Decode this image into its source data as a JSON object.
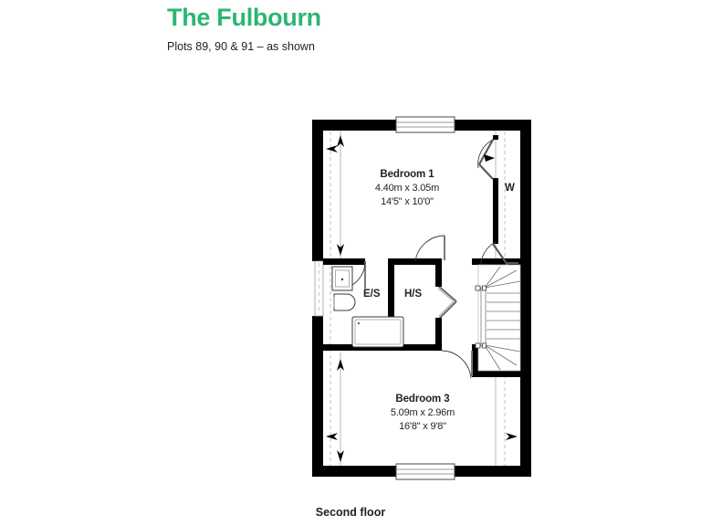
{
  "header": {
    "title": "The Fulbourn",
    "subtitle": "Plots 89, 90 & 91 – as shown",
    "title_color": "#2bb673"
  },
  "floor_caption": "Second floor",
  "plan": {
    "rooms": [
      {
        "id": "bedroom-1",
        "name": "Bedroom 1",
        "dim_metric": "4.40m x 3.05m",
        "dim_imperial": "14'5\" x 10'0\""
      },
      {
        "id": "bedroom-3",
        "name": "Bedroom 3",
        "dim_metric": "5.09m x 2.96m",
        "dim_imperial": "16'8\" x 9'8\""
      }
    ],
    "abbrev_labels": [
      {
        "id": "ensuite",
        "label": "E/S"
      },
      {
        "id": "hot-storage",
        "label": "H/S"
      },
      {
        "id": "wardrobe",
        "label": "W"
      }
    ],
    "fixtures": [
      "washbasin",
      "toilet",
      "bath",
      "staircase",
      "window-top",
      "window-bottom"
    ],
    "colors": {
      "wall": "#000000",
      "interior": "#ffffff",
      "line": "#8a8a8a",
      "dashed_guide": "#b5b5b5"
    }
  }
}
